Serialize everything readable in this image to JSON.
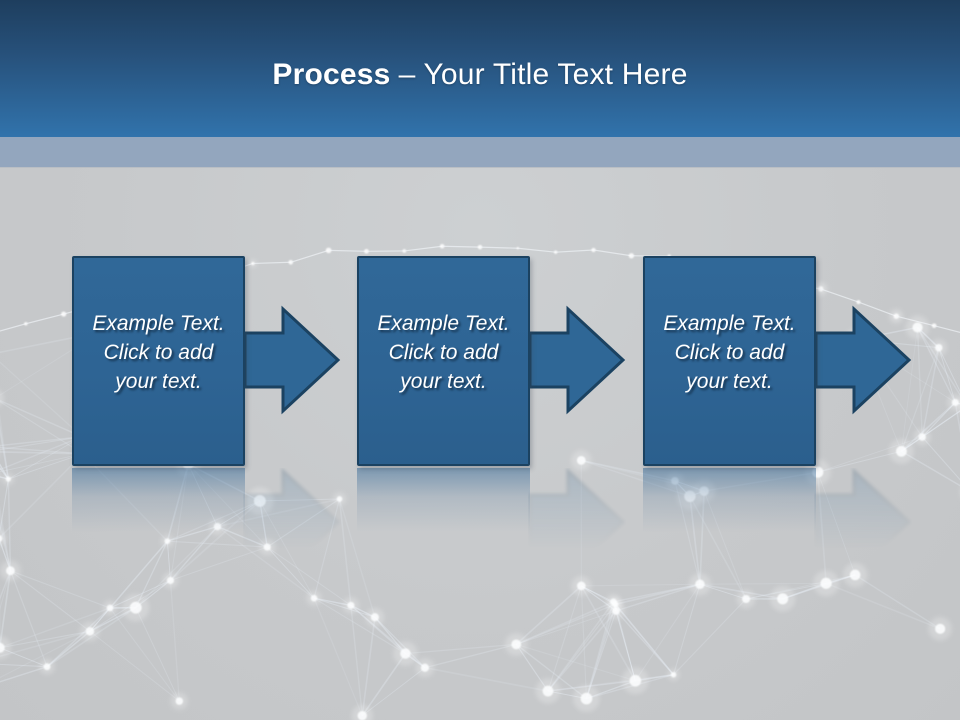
{
  "title": {
    "bold": "Process",
    "rest": "– Your Title Text Here"
  },
  "steps": [
    {
      "lines": [
        "Example Text.",
        "Click to add",
        "your text."
      ]
    },
    {
      "lines": [
        "Example Text.",
        "Click to add",
        "your text."
      ]
    },
    {
      "lines": [
        "Example Text.",
        "Click to add",
        "your text."
      ]
    }
  ],
  "colors": {
    "header_gradient_top": "#1e3e5e",
    "header_gradient_bottom": "#3173ac",
    "under_title_band": "#93a6be",
    "slide_background": "#c7c9cb",
    "shape_fill": "#2e6494",
    "shape_border": "#1b4261",
    "shape_text": "#ffffff",
    "network_lines": "#e9f1f9"
  }
}
